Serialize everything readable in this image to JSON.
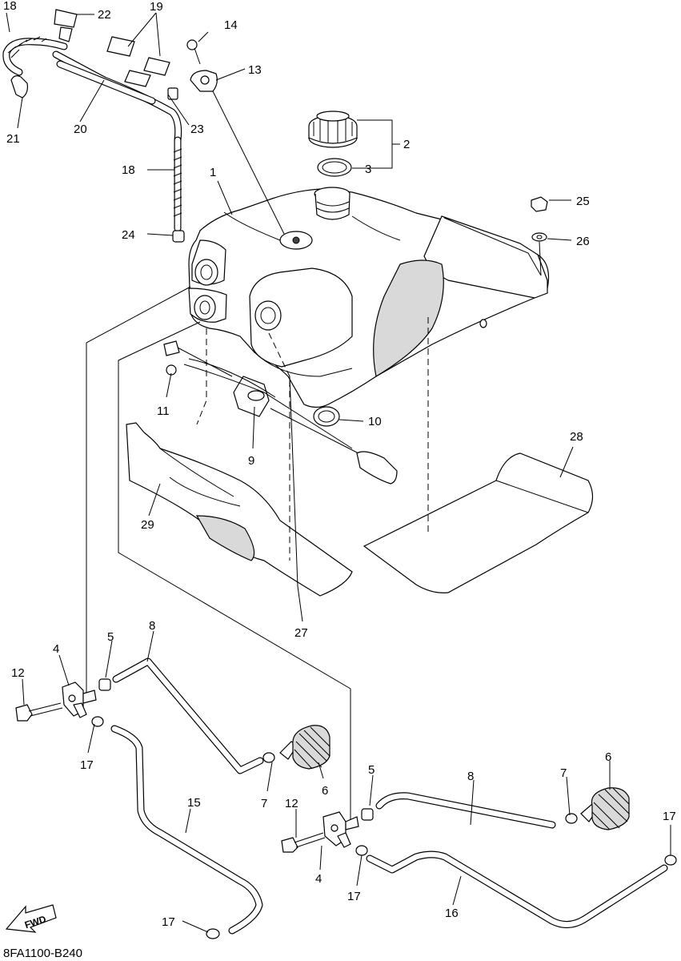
{
  "drawing_code": "8FA1100-B240",
  "fwd_label": "FWD",
  "callouts": {
    "c1": "1",
    "c2": "2",
    "c3": "3",
    "c4a": "4",
    "c4b": "4",
    "c5a": "5",
    "c5b": "5",
    "c6a": "6",
    "c6b": "6",
    "c7a": "7",
    "c7b": "7",
    "c8a": "8",
    "c8b": "8",
    "c9": "9",
    "c10": "10",
    "c11": "11",
    "c12a": "12",
    "c12b": "12",
    "c13": "13",
    "c14": "14",
    "c15": "15",
    "c16": "16",
    "c17a": "17",
    "c17b": "17",
    "c17c": "17",
    "c17d": "17",
    "c18a": "18",
    "c18b": "18",
    "c19": "19",
    "c20": "20",
    "c21": "21",
    "c22": "22",
    "c23": "23",
    "c24": "24",
    "c25": "25",
    "c26": "26",
    "c27": "27",
    "c28": "28",
    "c29": "29"
  }
}
